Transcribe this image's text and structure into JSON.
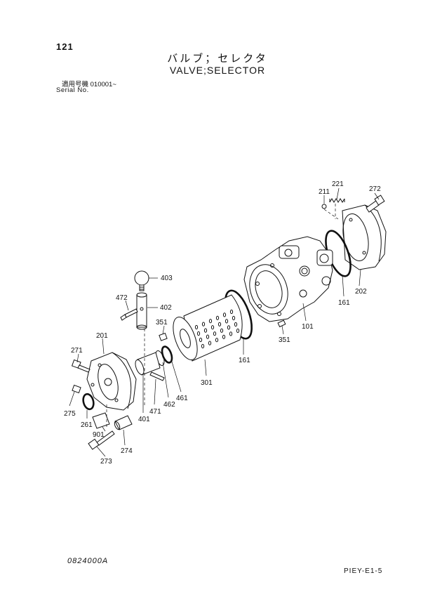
{
  "header": {
    "page_number": "121",
    "title_jp": "バルブ；セレクタ",
    "title_en": "VALVE;SELECTOR",
    "serial_label_jp": "適用号機  010001~",
    "serial_label_en": "Serial No."
  },
  "footer": {
    "drawing_code": "0824000A",
    "sheet_code": "PIEY-E1-5"
  },
  "callouts": {
    "c121": "221",
    "c211": "211",
    "c272": "272",
    "c202": "202",
    "c161a": "161",
    "c101": "101",
    "c351a": "351",
    "c403": "403",
    "c472": "472",
    "c402": "402",
    "c351b": "351",
    "c161b": "161",
    "c201": "201",
    "c271": "271",
    "c301": "301",
    "c275": "275",
    "c401": "401",
    "c471": "471",
    "c462": "462",
    "c461": "461",
    "c261": "261",
    "c901": "901",
    "c274": "274",
    "c273": "273"
  }
}
